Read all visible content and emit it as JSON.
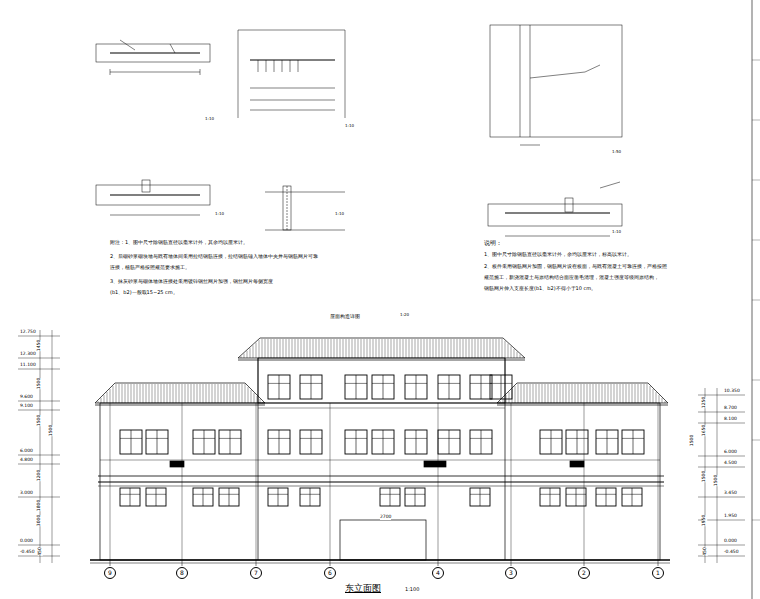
{
  "diagram": {
    "title": "东立面图",
    "caption": "1:100",
    "nodes": [
      {
        "text": [
          "9"
        ]
      },
      {
        "text": [
          "8"
        ]
      },
      {
        "text": [
          "7"
        ]
      },
      {
        "text": [
          "6"
        ]
      },
      {
        "text": [
          "4"
        ]
      },
      {
        "text": [
          "3"
        ]
      },
      {
        "text": [
          "2"
        ]
      },
      {
        "text": [
          "1"
        ]
      }
    ],
    "edges": [],
    "labels": [
      "屋面构造详图",
      "1:20",
      "附注：1、图中尺寸除钢筋直径以毫米计外，其余均以厘米计。",
      "2、后砌砂浆砌块墙与既有墙体间采用拉结钢筋连接，拉结钢筋锚入墙体中央并与钢筋网片可靠",
      "连接，植筋严格按照规范要求施工。",
      "3、抹灰砂浆与砌体墙体连接处采用镀锌钢丝网片加强，钢丝网片每侧宽度",
      "(b1、b2)一般取15~25 cm。",
      "说明：",
      "1、图中尺寸除钢筋直径以毫米计外，余均以厘米计，标高以米计。",
      "2、板件采用钢筋网片加固，钢筋网片设在板面，与既有混凝土可靠连接，严格按照",
      "规范施工，新浇混凝土与原结构结合面应凿毛清理，混凝土强度等级同原结构，",
      "钢筋网片伸入支座长度(b1、b2)不得小于10 cm。",
      "1:10",
      "1:10",
      "1:10",
      "1:10",
      "1:50",
      "1:10",
      "12.750",
      "12.300",
      "11.100",
      "9.600",
      "9.100",
      "6.000",
      "4.800",
      "3.000",
      "0.000",
      "-0.450",
      "10.350",
      "8.700",
      "8.100",
      "6.000",
      "4.500",
      "3.450",
      "1.950",
      "0.000",
      "-0.450",
      "1450",
      "1500",
      "1500",
      "1500",
      "1200",
      "1800",
      "3000",
      "450",
      "1250",
      "1650",
      "1500",
      "1500",
      "1500",
      "1950",
      "450",
      "2700"
    ]
  }
}
